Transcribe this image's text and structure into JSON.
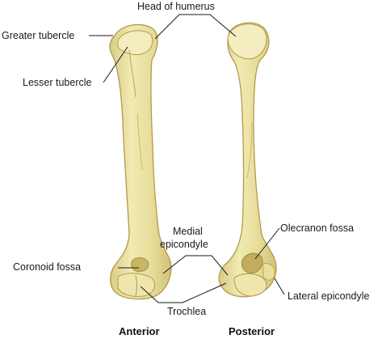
{
  "labels": {
    "head_of_humerus": "Head of humerus",
    "greater_tubercle": "Greater tubercle",
    "lesser_tubercle": "Lesser tubercle",
    "medial_epicondyle_line1": "Medial",
    "medial_epicondyle_line2": "epicondyle",
    "olecranon_fossa": "Olecranon fossa",
    "coronoid_fossa": "Coronoid fossa",
    "lateral_epicondyle": "Lateral epicondyle",
    "trochlea": "Trochlea"
  },
  "views": {
    "anterior": "Anterior",
    "posterior": "Posterior"
  },
  "colors": {
    "bone_fill": "#ebe3a0",
    "bone_outline": "#b39a4a",
    "bone_shadow": "#d9cd84",
    "leader_line": "#1a1a1a"
  }
}
